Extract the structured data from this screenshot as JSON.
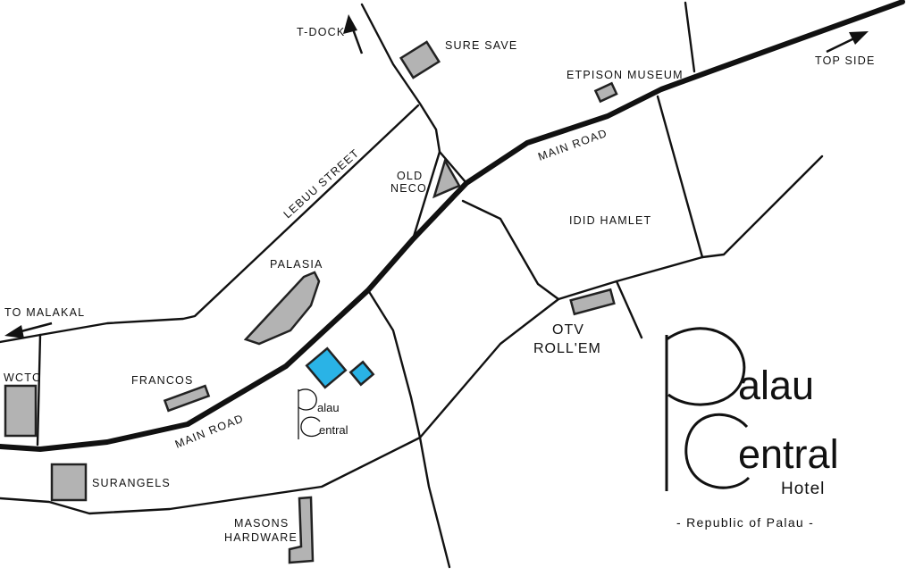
{
  "colors": {
    "road": "#111111",
    "building": "#b3b3b3",
    "hotel": "#2ab3e6",
    "background": "#ffffff"
  },
  "labels": {
    "t_dock": "T-DOCK",
    "sure_save": "SURE SAVE",
    "etpison_museum": "ETPISON MUSEUM",
    "top_side": "TOP SIDE",
    "main_road_upper": "MAIN ROAD",
    "lebuu_street": "LEBUU STREET",
    "old_neco_1": "OLD",
    "old_neco_2": "NECO",
    "idid_hamlet": "IDID HAMLET",
    "palasia": "PALASIA",
    "to_malakal": "TO MALAKAL",
    "wctc": "WCTC",
    "francos": "FRANCOS",
    "main_road_lower": "MAIN ROAD",
    "otv": "OTV",
    "roll_em": "ROLL'EM",
    "surangels": "SURANGELS",
    "masons_1": "MASONS",
    "masons_2": "HARDWARE"
  },
  "logo": {
    "line1": "alau",
    "line2": "entral",
    "line3": "Hotel",
    "tagline": "- Republic of Palau -"
  },
  "small_logo": {
    "line1": "alau",
    "line2": "entral"
  }
}
